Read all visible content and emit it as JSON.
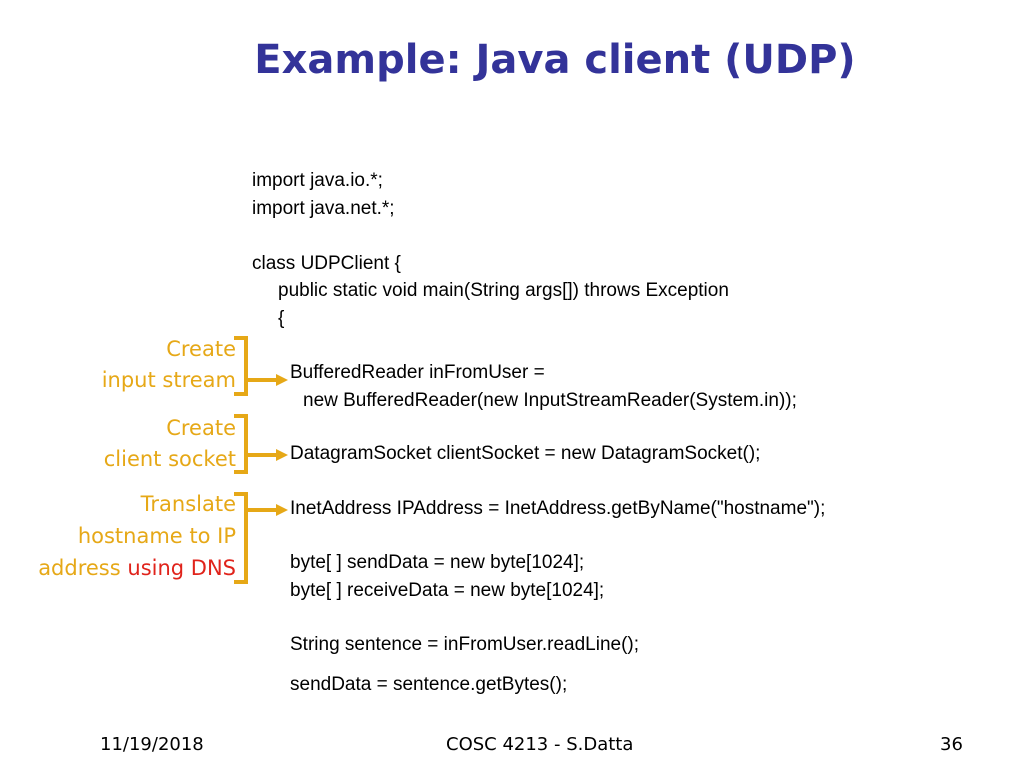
{
  "slide": {
    "title": "Example: Java client (UDP)",
    "code": {
      "import_io": "import java.io.*;",
      "import_net": "import java.net.*;",
      "class_decl": "class UDPClient {",
      "main_decl": "public static void main(String args[]) throws Exception",
      "open_brace": "{",
      "reader_decl": "BufferedReader inFromUser =",
      "reader_new": "new BufferedReader(new InputStreamReader(System.in));",
      "socket_decl": "DatagramSocket clientSocket = new DatagramSocket();",
      "address_decl": "InetAddress IPAddress = InetAddress.getByName(\"hostname\");",
      "send_buffer": "byte[ ] sendData = new byte[1024];",
      "receive_buffer": "byte[ ] receiveData = new byte[1024];",
      "read_line": "String sentence = inFromUser.readLine();",
      "get_bytes": "sendData = sentence.getBytes();"
    },
    "annotations": {
      "input_stream": {
        "line1": "Create",
        "line2": "input stream"
      },
      "client_socket": {
        "line1": "Create",
        "line2": "client socket"
      },
      "dns": {
        "line1": "Translate",
        "line2": "hostname to IP",
        "line3_prefix": "address",
        "line3_highlight": "using DNS"
      }
    },
    "colors": {
      "title": "#333399",
      "annotation": "#e6a817",
      "highlight": "#e0231b"
    }
  },
  "footer": {
    "date": "11/19/2018",
    "course": "COSC 4213 - S.Datta",
    "page_number": "36"
  }
}
